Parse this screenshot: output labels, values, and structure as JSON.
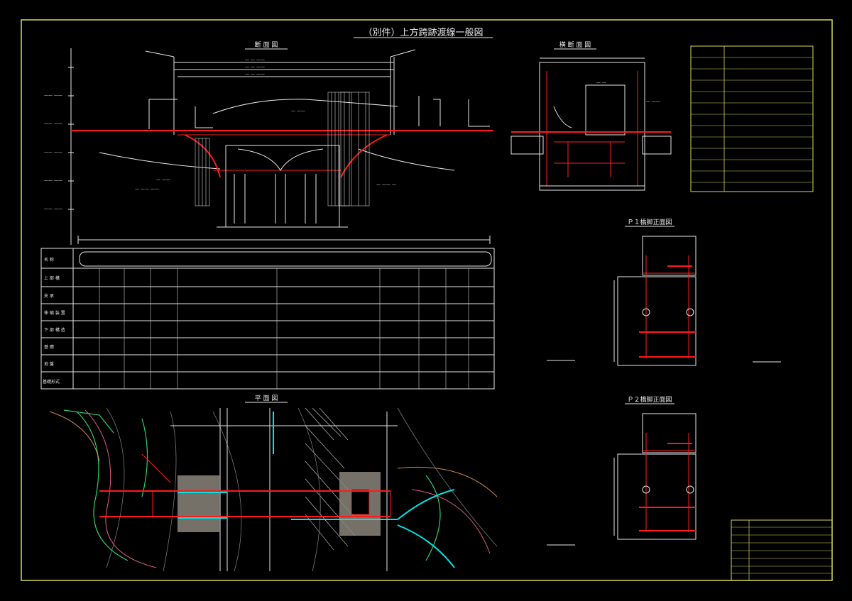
{
  "drawing": {
    "title": "（別件）上方跨跡渡線一般図",
    "views": {
      "elevation": "断 面 図",
      "plan": "平 面 図",
      "cross_section": "横 断 面 図",
      "detail_a": "Ｐ１橋脚正面図",
      "detail_b": "Ｐ２橋脚正面図"
    },
    "table_rows": [
      "名 称",
      "上 部 構",
      "支 承",
      "伸 縮 装 置",
      "下 部 構 造",
      "基 礎",
      "地 盤",
      "基礎形式"
    ],
    "spec_box_rows": 13,
    "title_block_rows": 8
  },
  "colors": {
    "background": "#000000",
    "frame": "#d8d85a",
    "linework": "#e6e6e6",
    "structure": "#ff1a1a",
    "water": "#00e5e5",
    "vegetation": "#2fd06a"
  }
}
